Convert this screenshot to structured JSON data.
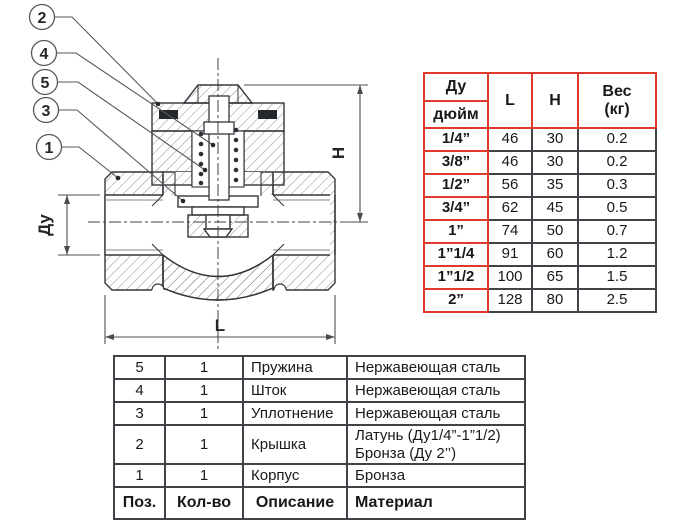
{
  "drawing": {
    "callouts": [
      {
        "num": "2"
      },
      {
        "num": "4"
      },
      {
        "num": "5"
      },
      {
        "num": "3"
      },
      {
        "num": "1"
      }
    ],
    "dims": {
      "dn": "Ду",
      "h": "H",
      "l": "L"
    }
  },
  "size_table": {
    "header": {
      "dn": "Ду",
      "dn_unit": "дюйм",
      "l": "L",
      "h": "H",
      "weight": "Вес\n(кг)"
    },
    "rows": [
      {
        "dn": "1/4”",
        "l": "46",
        "h": "30",
        "w": "0.2"
      },
      {
        "dn": "3/8”",
        "l": "46",
        "h": "30",
        "w": "0.2"
      },
      {
        "dn": "1/2”",
        "l": "56",
        "h": "35",
        "w": "0.3"
      },
      {
        "dn": "3/4”",
        "l": "62",
        "h": "45",
        "w": "0.5"
      },
      {
        "dn": "1”",
        "l": "74",
        "h": "50",
        "w": "0.7"
      },
      {
        "dn": "1”1/4",
        "l": "91",
        "h": "60",
        "w": "1.2"
      },
      {
        "dn": "1”1/2",
        "l": "100",
        "h": "65",
        "w": "1.5"
      },
      {
        "dn": "2”",
        "l": "128",
        "h": "80",
        "w": "2.5"
      }
    ]
  },
  "parts_table": {
    "rows": [
      {
        "pos": "5",
        "qty": "1",
        "desc": "Пружина",
        "mat": "Нержавеющая сталь"
      },
      {
        "pos": "4",
        "qty": "1",
        "desc": "Шток",
        "mat": "Нержавеющая сталь"
      },
      {
        "pos": "3",
        "qty": "1",
        "desc": "Уплотнение",
        "mat": "Нержавеющая сталь"
      },
      {
        "pos": "2",
        "qty": "1",
        "desc": "Крышка",
        "mat": "Латунь (Ду1/4”-1”1/2)\nБронза (Ду 2’’)"
      },
      {
        "pos": "1",
        "qty": "1",
        "desc": "Корпус",
        "mat": "Бронза"
      }
    ],
    "footer": {
      "pos": "Поз.",
      "qty": "Кол-во",
      "desc": "Описание",
      "mat": "Материал"
    }
  },
  "colors": {
    "accent_red": "#e0392b",
    "line_dark": "#3f4347"
  }
}
